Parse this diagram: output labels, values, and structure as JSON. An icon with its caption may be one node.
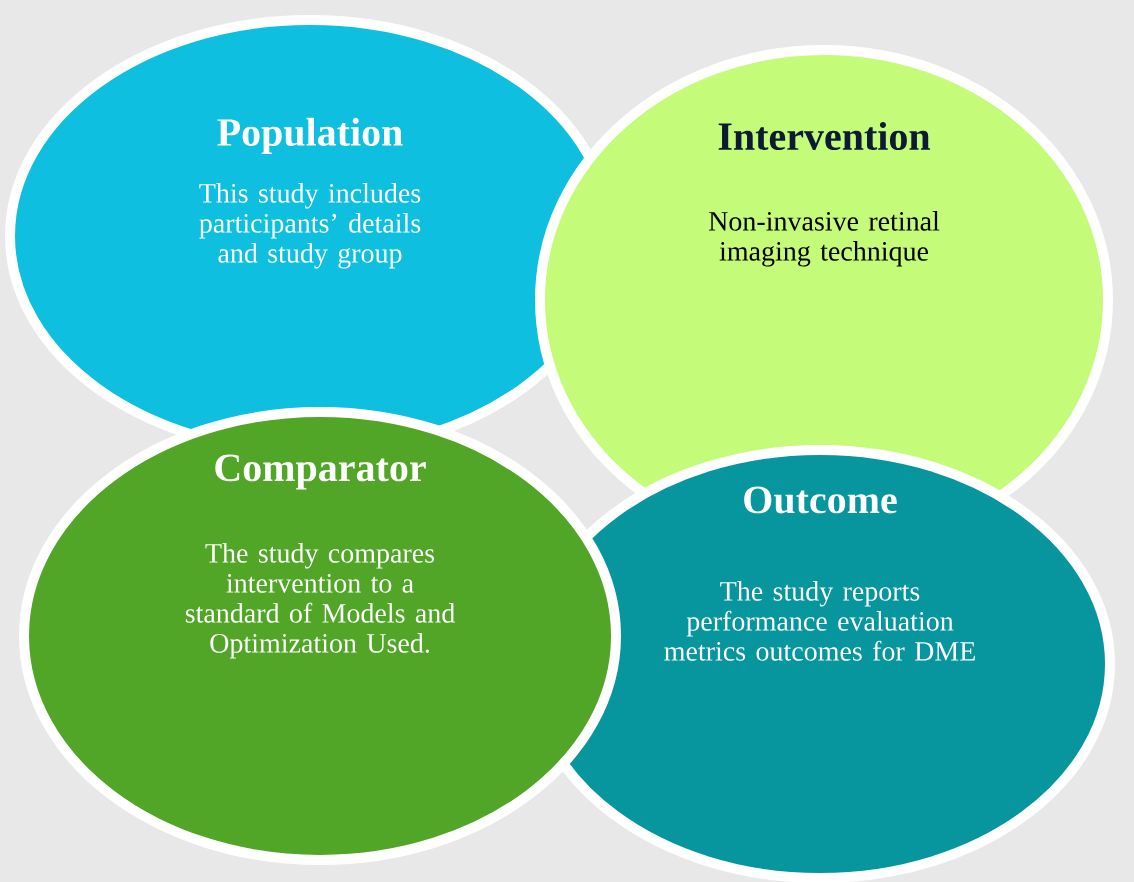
{
  "diagram": {
    "nodes": [
      {
        "text": [
          "Population",
          "This study includes participants’ details and study group"
        ]
      },
      {
        "text": [
          "Intervention",
          "Non-invasive retinal imaging technique"
        ]
      },
      {
        "text": [
          "Outcome",
          "The study reports performance evaluation metrics outcomes for DME"
        ]
      },
      {
        "text": [
          "Comparator",
          "The study compares intervention to a standard of Models and Optimization Used."
        ]
      }
    ]
  }
}
